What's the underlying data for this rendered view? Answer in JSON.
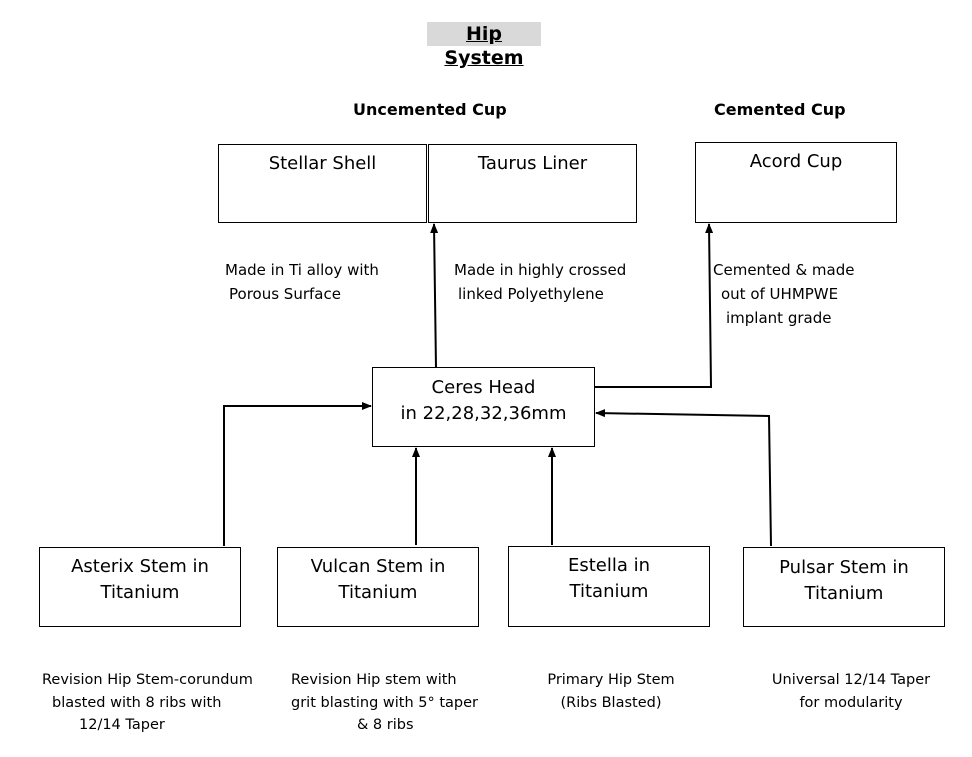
{
  "title": "Hip System",
  "headings": {
    "uncemented": "Uncemented Cup",
    "cemented": "Cemented Cup"
  },
  "cups": {
    "stellar": "Stellar Shell",
    "taurus": "Taurus Liner",
    "acord": "Acord Cup"
  },
  "cup_notes": {
    "stellar": [
      "Made in Ti alloy with",
      "Porous Surface"
    ],
    "taurus": [
      "Made in highly crossed",
      "linked Polyethylene"
    ],
    "acord": [
      "Cemented & made",
      "out of  UHMPWE",
      "implant grade"
    ]
  },
  "head": [
    "Ceres Head",
    "in 22,28,32,36mm"
  ],
  "stems": {
    "asterix": [
      "Asterix Stem in",
      "Titanium"
    ],
    "vulcan": [
      "Vulcan Stem in",
      "Titanium"
    ],
    "estella": [
      "Estella in",
      "Titanium"
    ],
    "pulsar": [
      "Pulsar Stem in",
      "Titanium"
    ]
  },
  "stem_notes": {
    "asterix": [
      "Revision Hip Stem-corundum",
      "blasted with 8 ribs with",
      "12/14 Taper"
    ],
    "vulcan": [
      "Revision Hip stem with",
      "grit blasting with 5° taper",
      "& 8 ribs"
    ],
    "estella": [
      "Primary Hip Stem",
      "(Ribs Blasted)"
    ],
    "pulsar": [
      "Universal 12/14 Taper",
      "for modularity"
    ]
  }
}
